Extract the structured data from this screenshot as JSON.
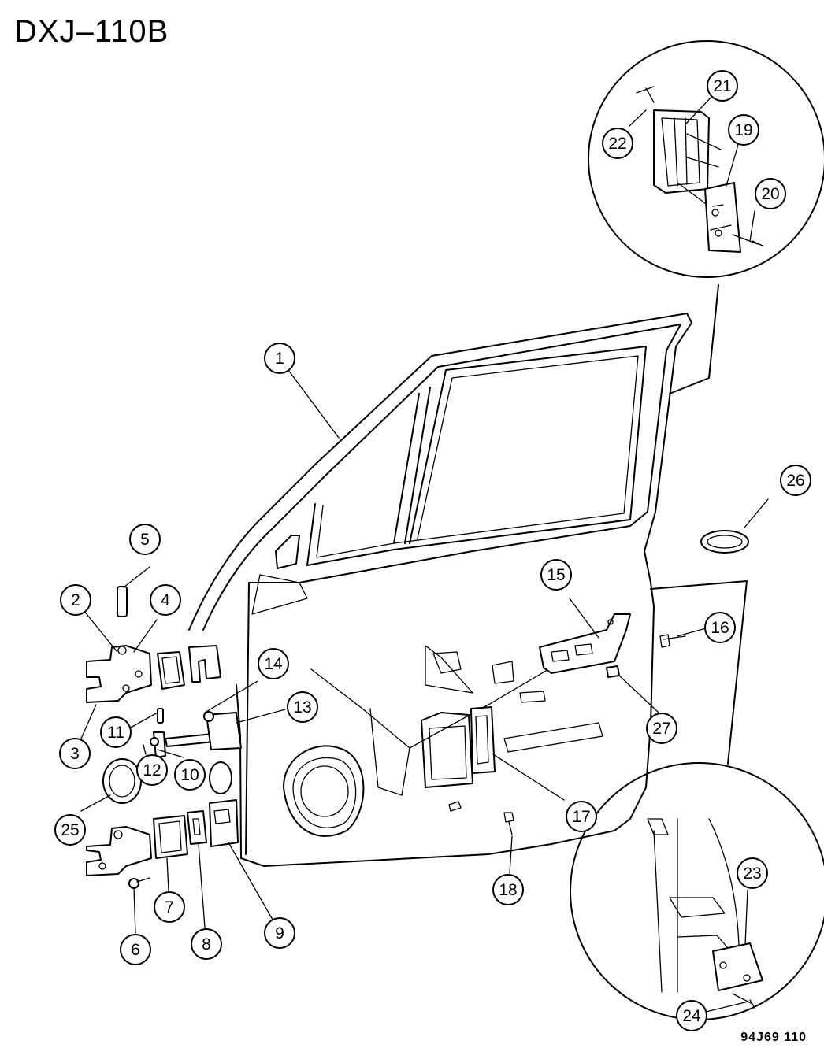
{
  "diagram_id": "DXJ–110B",
  "figure_code": "94J69  110",
  "callouts": [
    "1",
    "2",
    "3",
    "4",
    "5",
    "6",
    "7",
    "8",
    "9",
    "10",
    "11",
    "12",
    "13",
    "14",
    "15",
    "16",
    "17",
    "18",
    "19",
    "20",
    "21",
    "22",
    "23",
    "24",
    "25",
    "26",
    "27"
  ]
}
